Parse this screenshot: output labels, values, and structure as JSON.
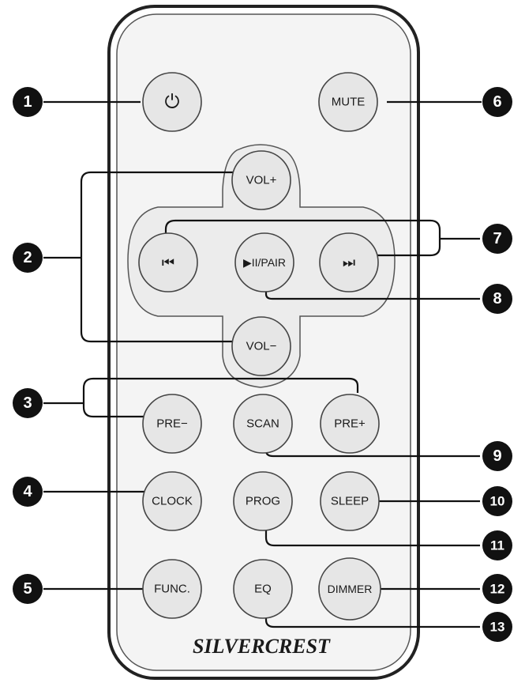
{
  "remote": {
    "brand": "SILVERCREST",
    "buttons": {
      "power": {
        "label": "⏻"
      },
      "mute": {
        "label": "MUTE"
      },
      "vol_up": {
        "label": "VOL+"
      },
      "vol_down": {
        "label": "VOL−"
      },
      "prev": {
        "label": "⏮"
      },
      "play_pair": {
        "label": "▶II/PAIR"
      },
      "next": {
        "label": "⏭"
      },
      "pre_minus": {
        "label": "PRE−"
      },
      "scan": {
        "label": "SCAN"
      },
      "pre_plus": {
        "label": "PRE+"
      },
      "clock": {
        "label": "CLOCK"
      },
      "prog": {
        "label": "PROG"
      },
      "sleep": {
        "label": "SLEEP"
      },
      "func": {
        "label": "FUNC."
      },
      "eq": {
        "label": "EQ"
      },
      "dimmer": {
        "label": "DIMMER"
      }
    }
  },
  "callouts": [
    "1",
    "2",
    "3",
    "4",
    "5",
    "6",
    "7",
    "8",
    "9",
    "10",
    "11",
    "12",
    "13"
  ]
}
